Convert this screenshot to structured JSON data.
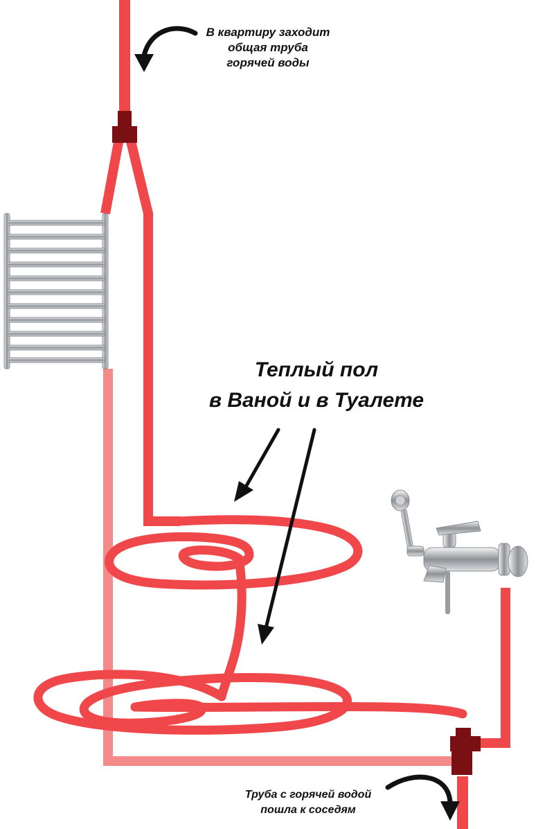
{
  "labels": {
    "top_note": [
      "В квартиру заходит",
      "общая труба",
      "горячей воды"
    ],
    "main_note": [
      "Теплый пол",
      "в Ваной и в Туалете"
    ],
    "bottom_note": [
      "Труба с горячей водой",
      "пошла к соседям"
    ]
  },
  "colors": {
    "pipe_hot": "#f0474a",
    "pipe_return": "#f58a8a",
    "fitting": "#7a1014",
    "arrow": "#111111",
    "chrome": "#b9bcc0"
  },
  "icons": [
    "towel-rail-icon",
    "shower-mixer-icon",
    "curved-arrow-icon",
    "straight-arrow-icon"
  ]
}
